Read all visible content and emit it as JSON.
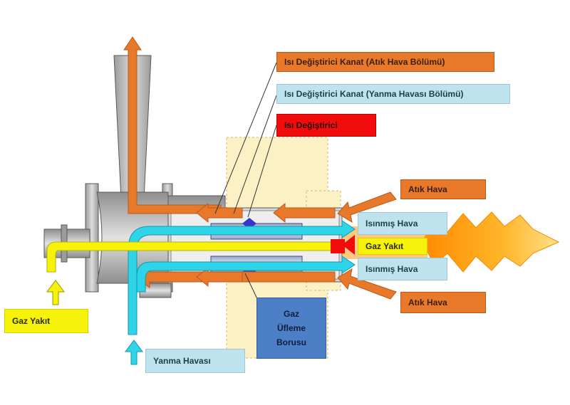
{
  "labels": {
    "hx_fin_waste": "Isı Değiştirici Kanat (Atık Hava Bölümü)",
    "hx_fin_combustion": "Isı Değiştirici Kanat (Yanma Havası Bölümü)",
    "heat_exchanger": "Isı Değiştirici",
    "waste_air_top": "Atık Hava",
    "heated_air_top": "Isınmış Hava",
    "gas_fuel_right": "Gaz Yakıt",
    "heated_air_bottom": "Isınmış Hava",
    "waste_air_bottom": "Atık Hava",
    "gas_fuel_left": "Gaz Yakıt",
    "blow_pipe_line1": "Gaz",
    "blow_pipe_line2": "Üfleme",
    "blow_pipe_line3": "Borusu",
    "combustion_air": "Yanma Havası"
  },
  "colors": {
    "waste_air": "#e8792a",
    "combustion_air": "#2ed4e8",
    "gas_fuel": "#f7f20a",
    "heat_exchanger": "#f20d0d",
    "insulation": "#fbf1c5",
    "metal": "#b9b9b9",
    "flame": "#f7a21b"
  },
  "icons": {
    "flame": "flame-icon",
    "arrow_up": "arrow-up-icon",
    "arrow_left": "arrow-left-icon",
    "arrow_right": "arrow-right-icon"
  }
}
